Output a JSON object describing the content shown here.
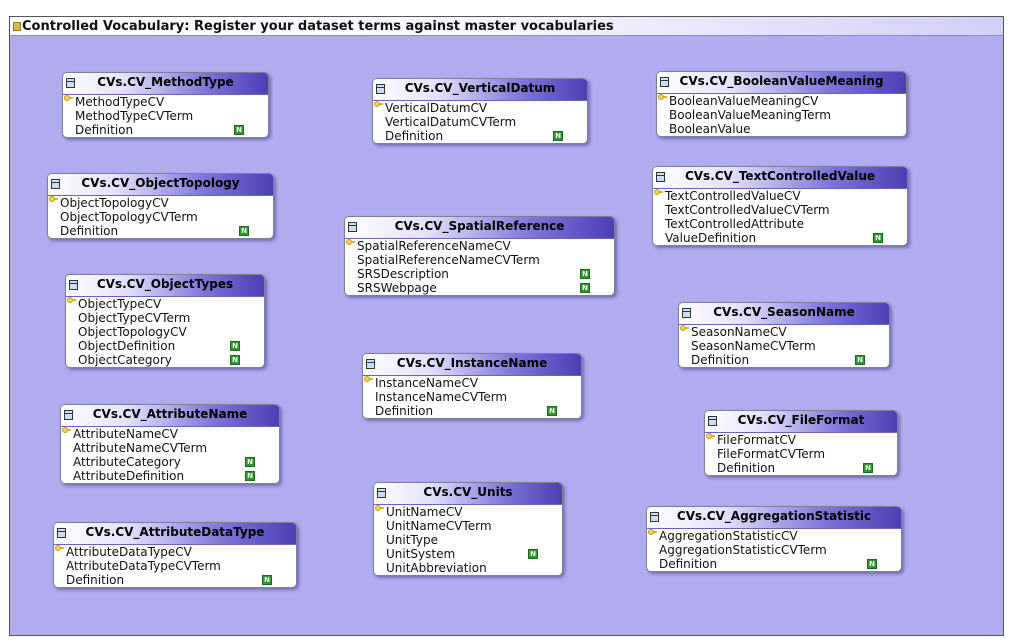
{
  "title": "Controlled Vocabulary:  Register your dataset terms against master vocabularies",
  "nullable_badge": "N",
  "tables": {
    "methodtype": {
      "name": "CVs.CV_MethodType",
      "columns": [
        "MethodTypeCV",
        "MethodTypeCVTerm",
        "Definition"
      ]
    },
    "objecttopology": {
      "name": "CVs.CV_ObjectTopology",
      "columns": [
        "ObjectTopologyCV",
        "ObjectTopologyCVTerm",
        "Definition"
      ]
    },
    "objecttypes": {
      "name": "CVs.CV_ObjectTypes",
      "columns": [
        "ObjectTypeCV",
        "ObjectTypeCVTerm",
        "ObjectTopologyCV",
        "ObjectDefinition",
        "ObjectCategory"
      ]
    },
    "attributename": {
      "name": "CVs.CV_AttributeName",
      "columns": [
        "AttributeNameCV",
        "AttributeNameCVTerm",
        "AttributeCategory",
        "AttributeDefinition"
      ]
    },
    "attributedatatype": {
      "name": "CVs.CV_AttributeDataType",
      "columns": [
        "AttributeDataTypeCV",
        "AttributeDataTypeCVTerm",
        "Definition"
      ]
    },
    "verticaldatum": {
      "name": "CVs.CV_VerticalDatum",
      "columns": [
        "VerticalDatumCV",
        "VerticalDatumCVTerm",
        "Definition"
      ]
    },
    "spatialreference": {
      "name": "CVs.CV_SpatialReference",
      "columns": [
        "SpatialReferenceNameCV",
        "SpatialReferenceNameCVTerm",
        "SRSDescription",
        "SRSWebpage"
      ]
    },
    "instancename": {
      "name": "CVs.CV_InstanceName",
      "columns": [
        "InstanceNameCV",
        "InstanceNameCVTerm",
        "Definition"
      ]
    },
    "units": {
      "name": "CVs.CV_Units",
      "columns": [
        "UnitNameCV",
        "UnitNameCVTerm",
        "UnitType",
        "UnitSystem",
        "UnitAbbreviation"
      ]
    },
    "booleanvaluemeaning": {
      "name": "CVs.CV_BooleanValueMeaning",
      "columns": [
        "BooleanValueMeaningCV",
        "BooleanValueMeaningTerm",
        "BooleanValue"
      ]
    },
    "textcontrolledvalue": {
      "name": "CVs.CV_TextControlledValue",
      "columns": [
        "TextControlledValueCV",
        "TextControlledValueCVTerm",
        "TextControlledAttribute",
        "ValueDefinition"
      ]
    },
    "seasonname": {
      "name": "CVs.CV_SeasonName",
      "columns": [
        "SeasonNameCV",
        "SeasonNameCVTerm",
        "Definition"
      ]
    },
    "fileformat": {
      "name": "CVs.CV_FileFormat",
      "columns": [
        "FileFormatCV",
        "FileFormatCVTerm",
        "Definition"
      ]
    },
    "aggregationstatistic": {
      "name": "CVs.CV_AggregationStatistic",
      "columns": [
        "AggregationStatisticCV",
        "AggregationStatisticCVTerm",
        "Definition"
      ]
    }
  }
}
